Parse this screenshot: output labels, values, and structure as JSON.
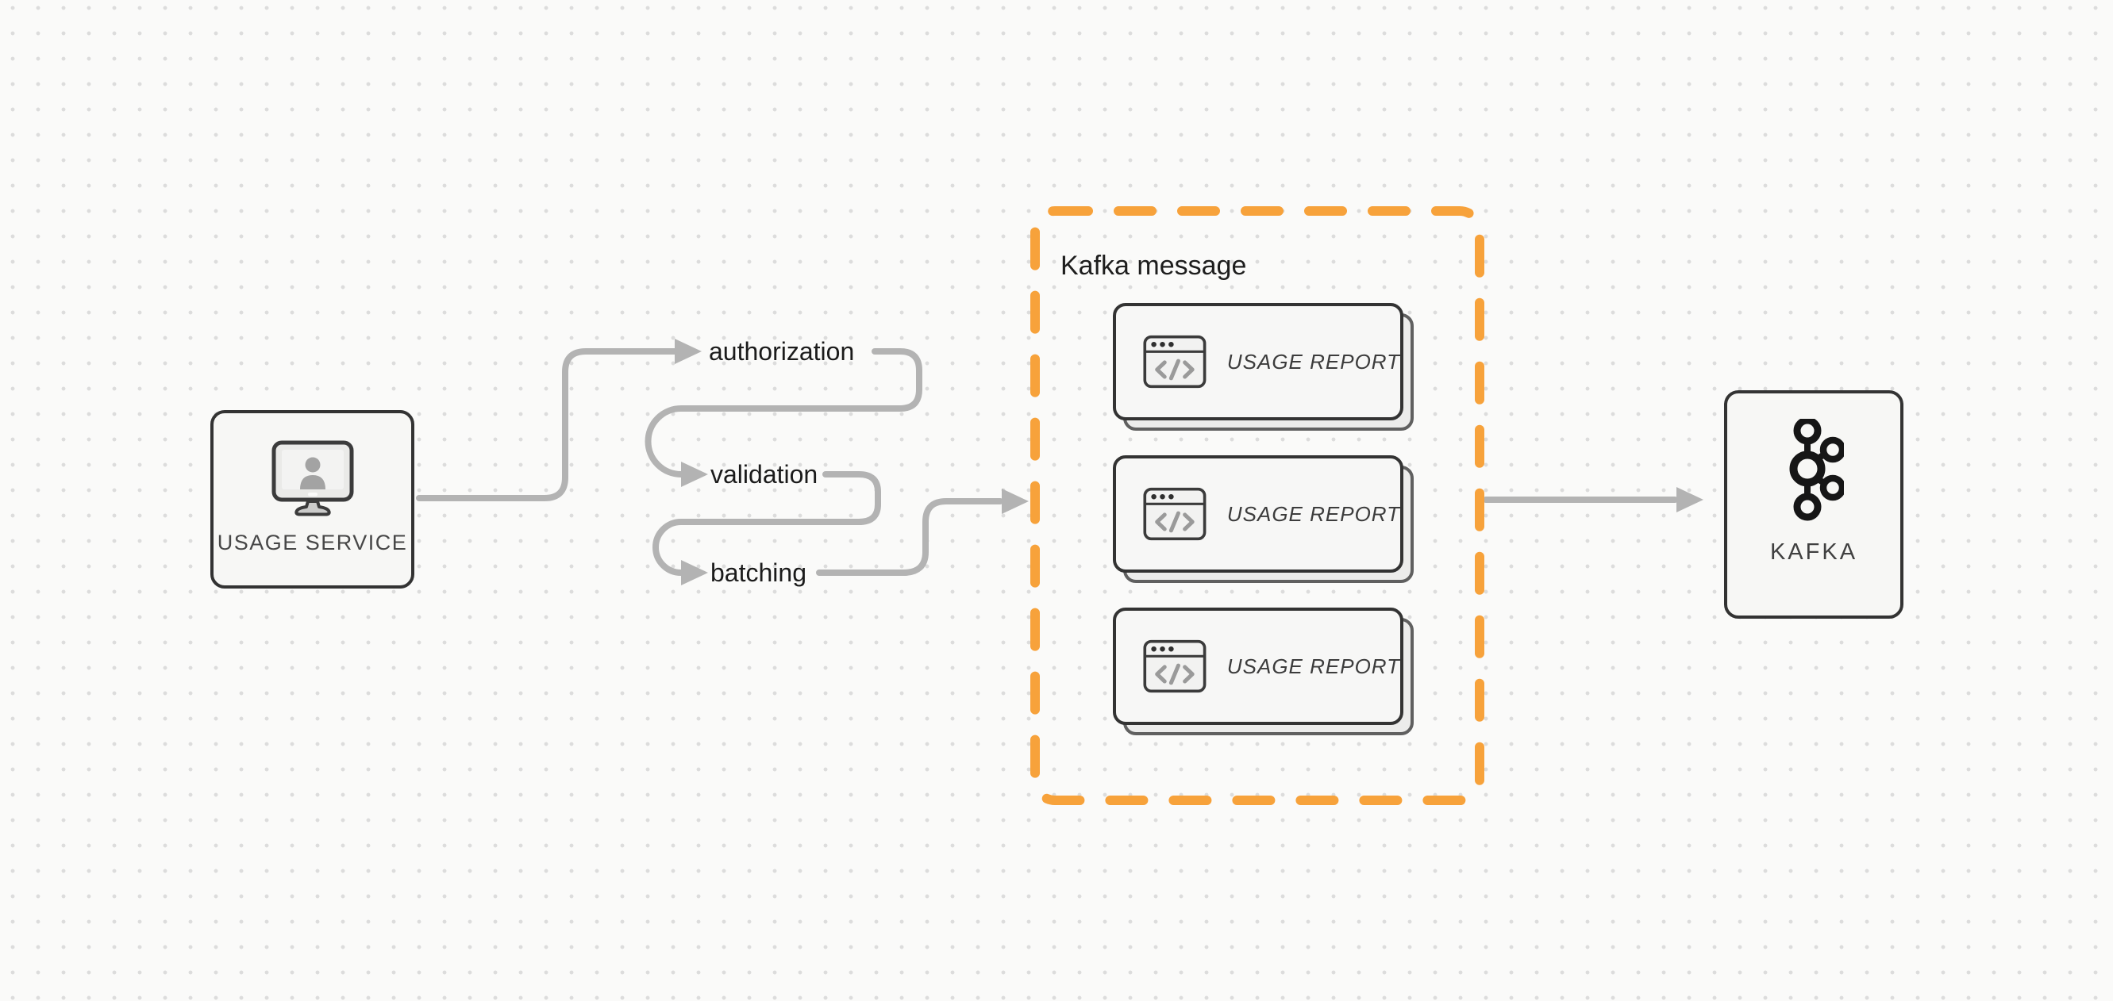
{
  "diagram": {
    "source_node": {
      "label": "USAGE SERVICE",
      "icon": "monitor-user-icon"
    },
    "pipeline_steps": [
      {
        "label": "authorization"
      },
      {
        "label": "validation"
      },
      {
        "label": "batching"
      }
    ],
    "kafka_message_group": {
      "title": "Kafka message",
      "cards": [
        {
          "label": "USAGE REPORT",
          "icon": "code-window-icon"
        },
        {
          "label": "USAGE REPORT",
          "icon": "code-window-icon"
        },
        {
          "label": "USAGE REPORT",
          "icon": "code-window-icon"
        }
      ]
    },
    "sink_node": {
      "label": "KAFKA",
      "icon": "kafka-logo-icon"
    },
    "colors": {
      "background": "#fafaf9",
      "dot_grid": "#dcdcdc",
      "accent_orange": "#F7A23B",
      "arrow_gray": "#b3b3b3",
      "node_border": "#333333",
      "node_background": "#f7f7f5",
      "card_background": "#f7f7f6",
      "shadow_card_background": "#ececeb",
      "shadow_card_border": "#606060",
      "text_primary": "#1b1b1b",
      "text_node_label": "#474747"
    }
  }
}
